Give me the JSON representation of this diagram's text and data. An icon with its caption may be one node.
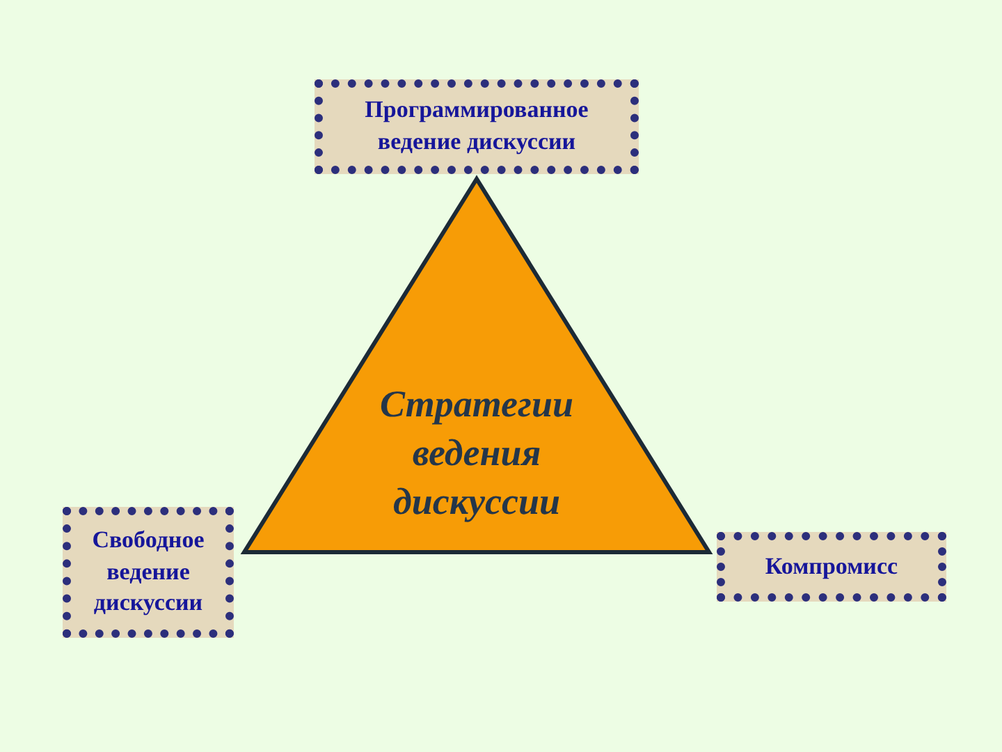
{
  "diagram": {
    "nodes": [
      {
        "text": [
          "Программированное ведение дискуссии"
        ]
      },
      {
        "text": [
          "Стратегии ведения дискуссии"
        ]
      },
      {
        "text": [
          "Свободное ведение дискуссии"
        ]
      },
      {
        "text": [
          "Компромисс"
        ]
      }
    ],
    "edges": []
  }
}
